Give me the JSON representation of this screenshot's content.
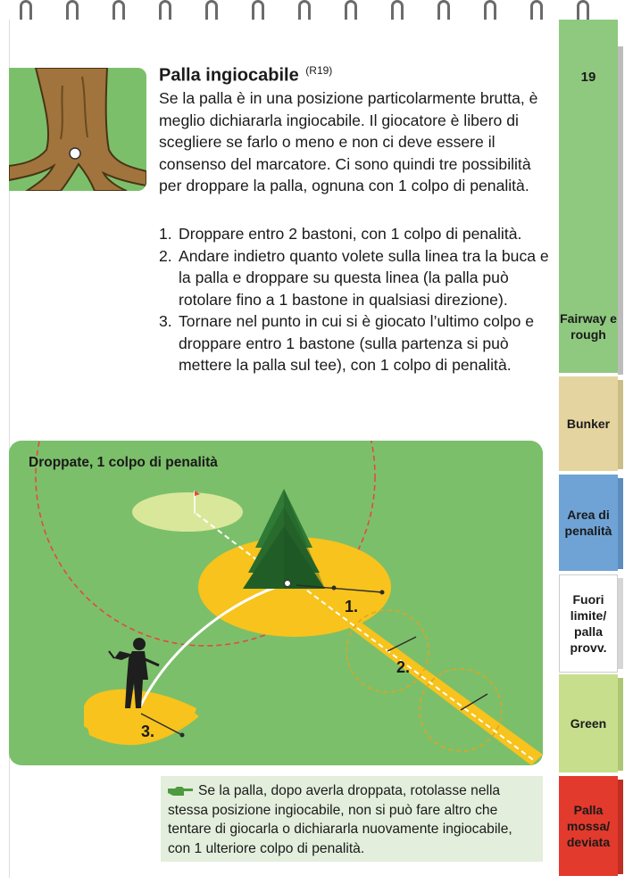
{
  "section": {
    "title": "Palla ingiocabile",
    "rule_ref": "(R19)",
    "intro": "Se la palla è in una posizione particolarmente brutta, è meglio dichiararla ingiocabile. Il giocatore è libero di scegliere se farlo o meno e non ci deve essere il consenso del marcatore. Ci sono quindi tre possibilità per droppare la palla, ognuna con 1 colpo di penalità."
  },
  "rules": [
    {
      "num": "1.",
      "text": "Droppare entro 2 bastoni, con 1 colpo di penalità."
    },
    {
      "num": "2.",
      "text": "Andare indietro quanto volete sulla linea tra la buca e la palla e droppare su questa linea (la palla può rotolare fino a 1 bastone in qualsiasi direzione)."
    },
    {
      "num": "3.",
      "text": "Tornare nel punto in cui si è giocato l’ultimo colpo e droppare entro 1 bastone (sulla partenza si può mettere la palla sul tee), con 1 colpo di penalità."
    }
  ],
  "diagram": {
    "caption": "Droppate, 1 colpo di penalità",
    "label_1": "1.",
    "label_2": "2.",
    "label_3": "3."
  },
  "note": {
    "icon": "pointing-hand-icon",
    "text": "Se la palla, dopo averla droppata, rotolasse nella stessa posizione ingiocabile, non si può fare altro che tentare di giocarla o dichiararla nuovamente ingiocabile, con 1 ulteriore colpo di penalità."
  },
  "tabs": {
    "page_number": "19",
    "fairway": "Fairway e rough",
    "bunker": "Bunker",
    "area": "Area di penalità",
    "fuori": "Fuori limite/ palla provv.",
    "green": "Green",
    "palla": "Palla mossa/ deviata"
  },
  "colors": {
    "grass": "#7cbf6a",
    "drop_zone": "#f7c31c",
    "tab_fairway": "#8fc97f",
    "tab_bunker": "#e4d4a0",
    "tab_area": "#6fa3d6",
    "tab_green": "#c7df8c",
    "tab_palla": "#e23a2c",
    "boundary": "#e04b3f"
  }
}
